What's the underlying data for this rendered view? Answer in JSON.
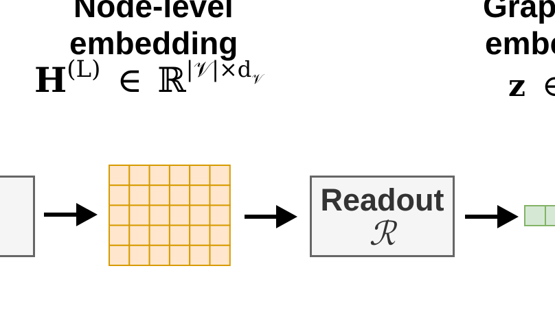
{
  "node_embedding": {
    "title_line1": "Node-level",
    "title_line2": "embedding",
    "math": {
      "symbol": "H",
      "superscript": "(L)",
      "in": "∈",
      "space": "ℝ",
      "dims": "|𝒱|×d",
      "dims_sub": "𝒱"
    }
  },
  "graph_embedding": {
    "title_line1": "Grap",
    "title_line2": "embe",
    "math": {
      "symbol": "z",
      "in": "∈"
    }
  },
  "readout": {
    "label": "Readout",
    "symbol": "ℛ"
  },
  "colors": {
    "grid_fill": "#ffe6cc",
    "grid_stroke": "#d79b00",
    "vector_fill": "#d5e8d4",
    "vector_stroke": "#82b366",
    "box_fill": "#f5f5f5",
    "box_stroke": "#666666",
    "arrow": "#000000"
  },
  "node_matrix": {
    "rows": 5,
    "cols": 6
  }
}
